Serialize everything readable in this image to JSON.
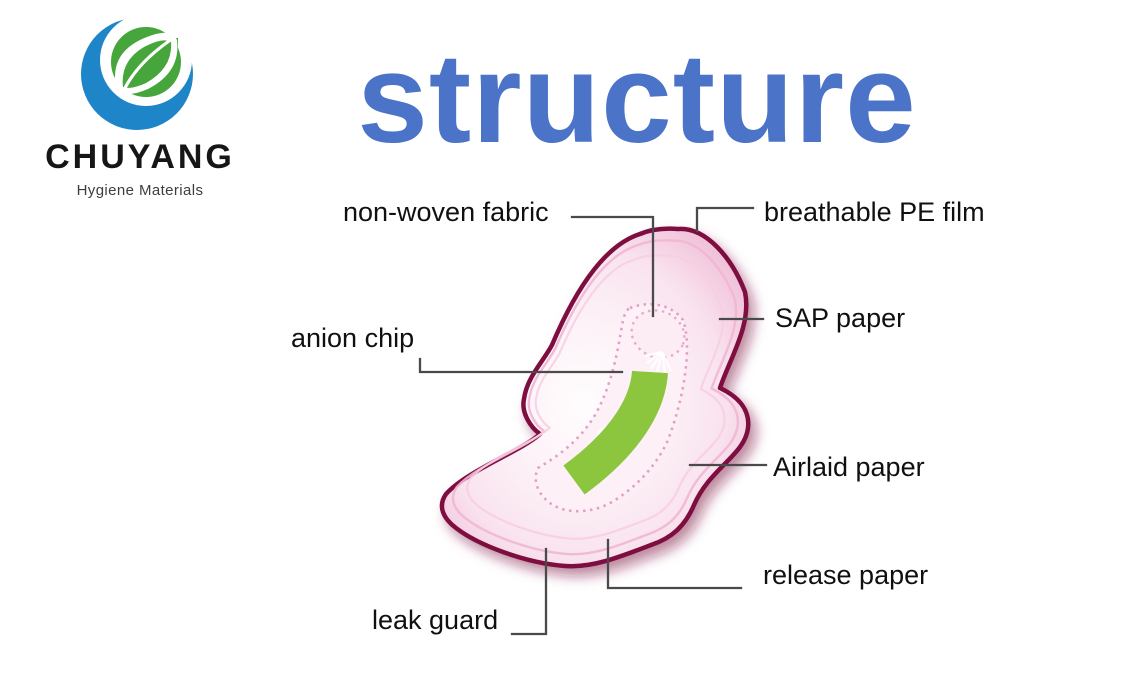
{
  "logo": {
    "brand": "CHUYANG",
    "tagline": "Hygiene Materials",
    "colors": {
      "blue": "#1E86C8",
      "green": "#46A53B"
    }
  },
  "title": {
    "text": "structure",
    "color": "#4B74C8"
  },
  "diagram": {
    "subject": "sanitary pad layer structure",
    "labels": [
      {
        "id": "non-woven-fabric",
        "text": "non-woven fabric"
      },
      {
        "id": "breathable-pe-film",
        "text": "breathable PE film"
      },
      {
        "id": "sap-paper",
        "text": "SAP paper"
      },
      {
        "id": "anion-chip",
        "text": "anion chip"
      },
      {
        "id": "airlaid-paper",
        "text": "Airlaid paper"
      },
      {
        "id": "release-paper",
        "text": "release paper"
      },
      {
        "id": "leak-guard",
        "text": "leak guard"
      }
    ],
    "colors": {
      "pad_outline": "#7E1040",
      "pad_fill_center": "#FFFDFE",
      "pad_fill_edge": "#F0C3DA",
      "stitch_pink": "#E59FC7",
      "anion_chip_green": "#8CC63E",
      "leader_line": "#4A4A4A",
      "label_text": "#101010"
    }
  }
}
